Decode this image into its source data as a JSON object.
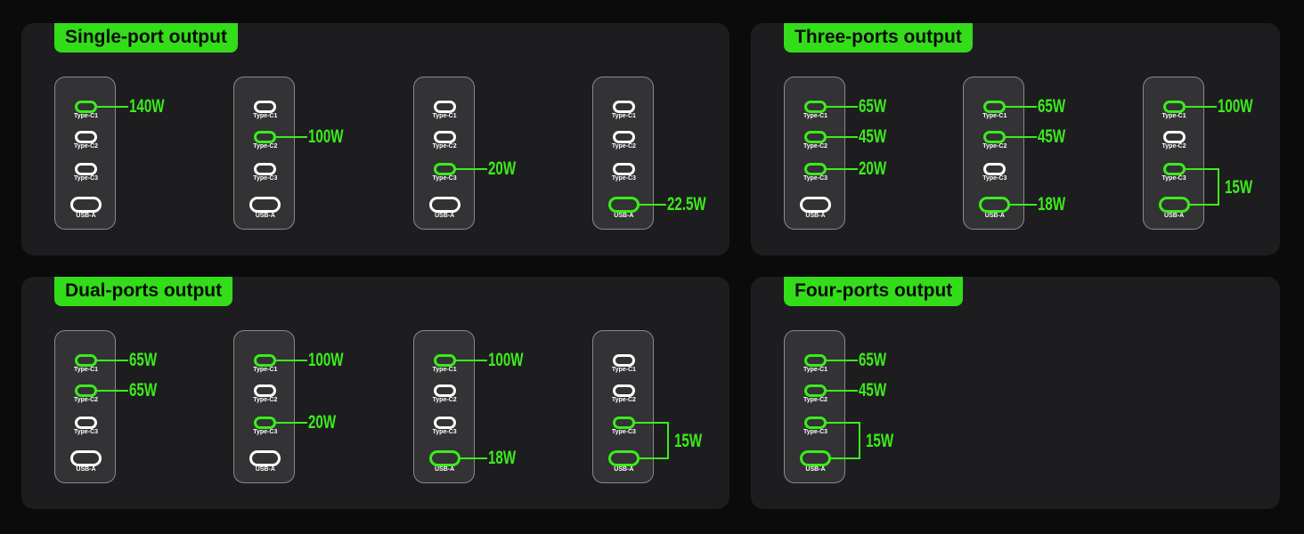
{
  "accent_color": "#3cec1c",
  "port_names": [
    "Type-C1",
    "Type-C2",
    "Type-C3",
    "USB-A"
  ],
  "panels": [
    {
      "title": "Single-port output",
      "devices": [
        {
          "outputs": [
            {
              "ports": [
                0
              ],
              "label": "140W"
            }
          ]
        },
        {
          "outputs": [
            {
              "ports": [
                1
              ],
              "label": "100W"
            }
          ]
        },
        {
          "outputs": [
            {
              "ports": [
                2
              ],
              "label": "20W"
            }
          ]
        },
        {
          "outputs": [
            {
              "ports": [
                3
              ],
              "label": "22.5W"
            }
          ]
        }
      ]
    },
    {
      "title": "Three-ports output",
      "devices": [
        {
          "outputs": [
            {
              "ports": [
                0
              ],
              "label": "65W"
            },
            {
              "ports": [
                1
              ],
              "label": "45W"
            },
            {
              "ports": [
                2
              ],
              "label": "20W"
            }
          ]
        },
        {
          "outputs": [
            {
              "ports": [
                0
              ],
              "label": "65W"
            },
            {
              "ports": [
                1
              ],
              "label": "45W"
            },
            {
              "ports": [
                3
              ],
              "label": "18W"
            }
          ]
        },
        {
          "outputs": [
            {
              "ports": [
                0
              ],
              "label": "100W"
            },
            {
              "ports": [
                2,
                3
              ],
              "label": "15W"
            }
          ]
        }
      ]
    },
    {
      "title": "Dual-ports output",
      "devices": [
        {
          "outputs": [
            {
              "ports": [
                0
              ],
              "label": "65W"
            },
            {
              "ports": [
                1
              ],
              "label": "65W"
            }
          ]
        },
        {
          "outputs": [
            {
              "ports": [
                0
              ],
              "label": "100W"
            },
            {
              "ports": [
                2
              ],
              "label": "20W"
            }
          ]
        },
        {
          "outputs": [
            {
              "ports": [
                0
              ],
              "label": "100W"
            },
            {
              "ports": [
                3
              ],
              "label": "18W"
            }
          ]
        },
        {
          "outputs": [
            {
              "ports": [
                2,
                3
              ],
              "label": "15W"
            }
          ]
        }
      ]
    },
    {
      "title": "Four-ports output",
      "devices": [
        {
          "outputs": [
            {
              "ports": [
                0
              ],
              "label": "65W"
            },
            {
              "ports": [
                1
              ],
              "label": "45W"
            },
            {
              "ports": [
                2,
                3
              ],
              "label": "15W"
            }
          ]
        }
      ]
    }
  ]
}
